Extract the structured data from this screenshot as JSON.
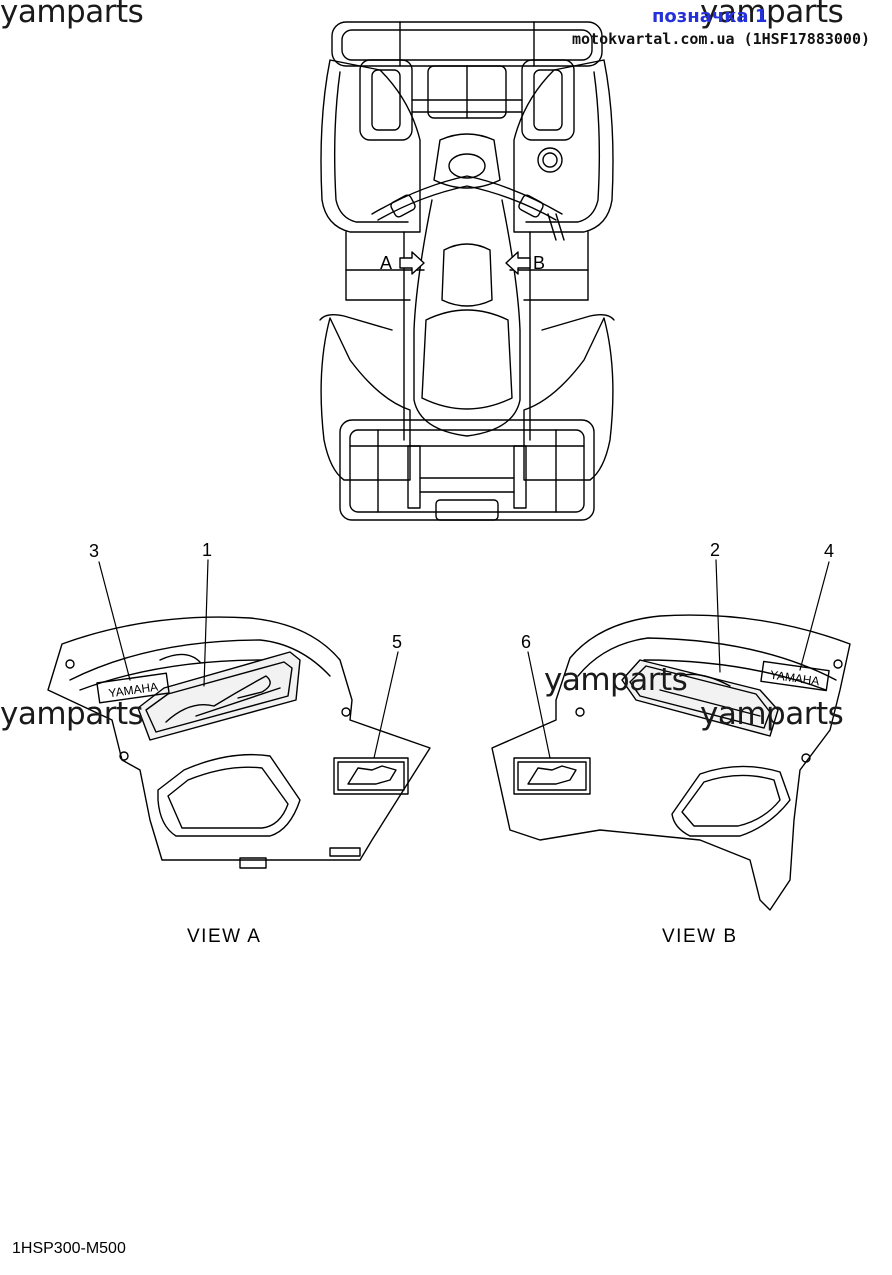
{
  "watermarks": [
    "yamparts",
    "yamparts",
    "yamparts",
    "yamparts",
    "yamparts"
  ],
  "header": {
    "link_text": "позначка 1",
    "source_text": "motokvartal.com.ua (1HSF17883000)"
  },
  "arrows": {
    "a": "A",
    "b": "B"
  },
  "callouts": [
    "1",
    "2",
    "3",
    "4",
    "5",
    "6"
  ],
  "decal_brand": "YAMAHA",
  "views": {
    "a": "VIEW A",
    "b": "VIEW B"
  },
  "part_code": "1HSP300-M500"
}
